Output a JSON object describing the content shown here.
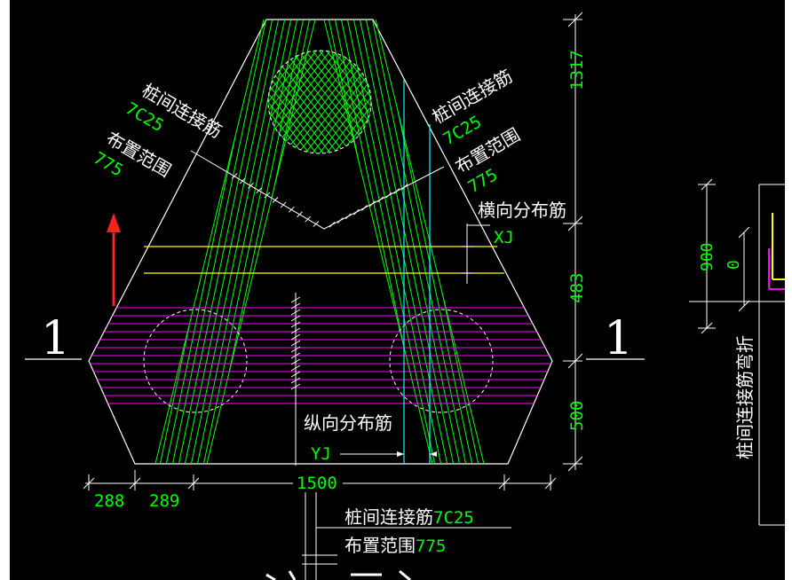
{
  "colors": {
    "background": "#000000",
    "outline": "#ffffff",
    "rebar_green": "#00ff00",
    "transverse_yellow": "#ffff00",
    "pile_band_magenta": "#ff00ff",
    "cyan": "#00ffff",
    "arrow_red": "#ff2020",
    "window_edge": "#ffffff"
  },
  "labels": {
    "top_left_conn": "桩间连接筋",
    "top_left_spec": "7C25",
    "top_left_range": "布置范围",
    "top_left_range_val": "775",
    "top_right_conn": "桩间连接筋",
    "top_right_spec": "7C25",
    "top_right_range": "布置范围",
    "top_right_range_val": "775",
    "transverse": "横向分布筋",
    "transverse_code": "XJ",
    "longitudinal": "纵向分布筋",
    "longitudinal_code": "YJ",
    "bottom_conn": "桩间连接筋",
    "bottom_spec": "7C25",
    "bottom_range": "布置范围",
    "bottom_range_val": "775",
    "section_left": "1",
    "section_right": "1",
    "side_label": "桩间连接筋弯折"
  },
  "dimensions": {
    "right_top": "1317",
    "right_mid": "483",
    "right_bot": "500",
    "bottom_left_a": "288",
    "bottom_left_b": "289",
    "bottom_total": "1500",
    "side_900": "900",
    "side_0": "0"
  },
  "icons": {
    "direction_arrow": "red-up-arrow-icon"
  }
}
